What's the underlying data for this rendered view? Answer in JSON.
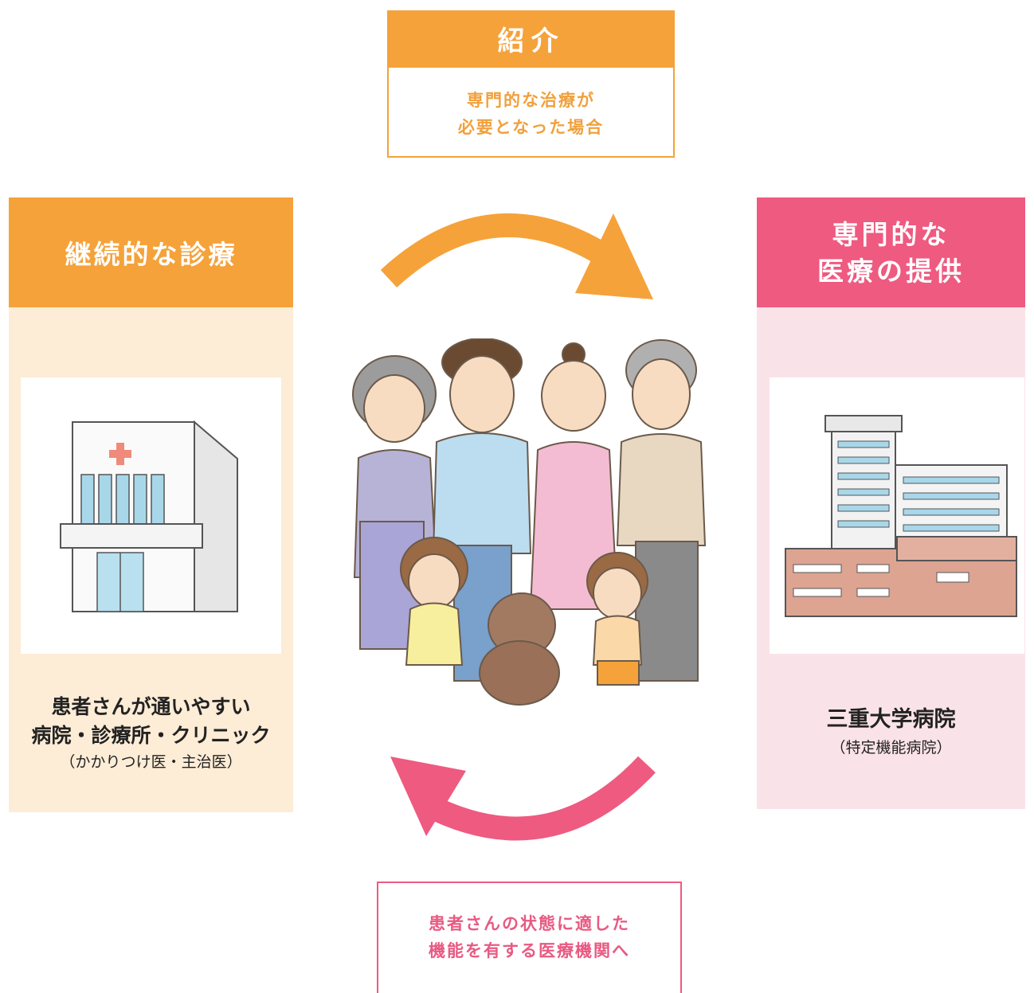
{
  "referral": {
    "title": "紹介",
    "line1": "専門的な治療が",
    "line2": "必要となった場合"
  },
  "left": {
    "title": "継続的な診療",
    "caption_line1": "患者さんが通いやすい",
    "caption_line2": "病院・診療所・クリニック",
    "caption_line3": "（かかりつけ医・主治医）"
  },
  "right": {
    "title_line1": "専門的な",
    "title_line2": "医療の提供",
    "caption_line1": "三重大学病院",
    "caption_line2": "（特定機能病院）"
  },
  "bottom": {
    "line1": "患者さんの状態に適した",
    "line2": "機能を有する医療機関へ"
  },
  "colors": {
    "orange": "#f5a23a",
    "pink": "#ee5a80",
    "left_panel_bg": "#fdecd6",
    "right_panel_bg": "#fae3e8"
  },
  "icons": [
    "clinic-icon",
    "hospital-icon",
    "family-illustration",
    "arrow-right-icon",
    "arrow-left-icon"
  ]
}
